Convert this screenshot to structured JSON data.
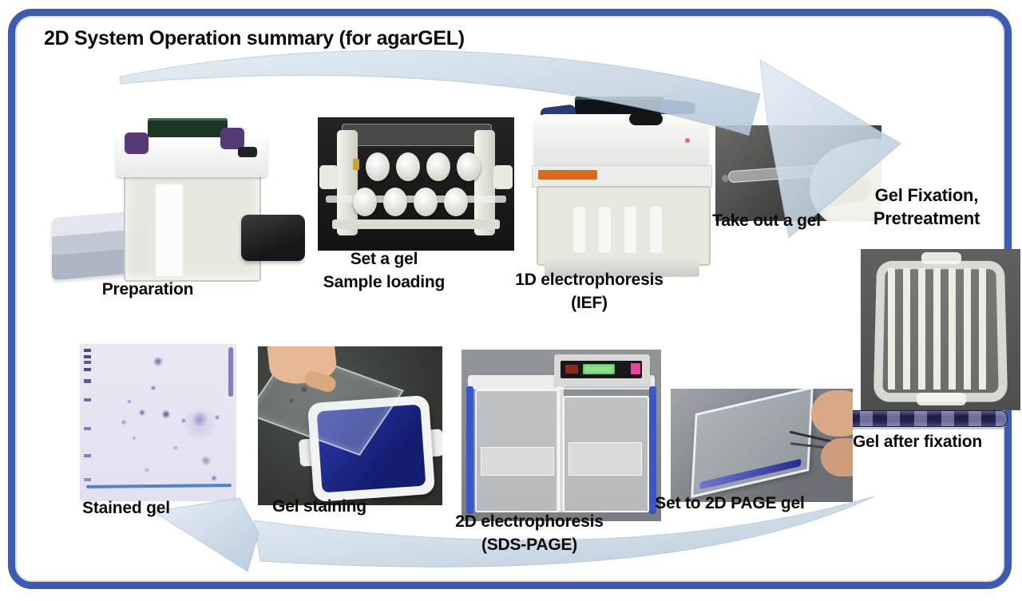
{
  "title": "2D System Operation summary (for agarGEL)",
  "colors": {
    "frame_border": "#3d5cb0",
    "arrow_fill_light": "#e3ecf4",
    "arrow_fill_dark": "#b2c6d8",
    "caption_text": "#0a0a0a"
  },
  "steps": [
    {
      "id": "preparation",
      "label": "Preparation"
    },
    {
      "id": "set-a-gel",
      "lines": [
        "Set a gel",
        "Sample loading"
      ]
    },
    {
      "id": "1d-electrophoresis",
      "lines": [
        "1D electrophoresis",
        "(IEF)"
      ]
    },
    {
      "id": "take-out-a-gel",
      "label": "Take out a gel"
    },
    {
      "id": "gel-fixation",
      "lines": [
        "Gel Fixation,",
        "Pretreatment"
      ]
    },
    {
      "id": "gel-after-fixation",
      "label": "Gel after fixation"
    },
    {
      "id": "set-to-2d-page-gel",
      "label": "Set to 2D PAGE gel"
    },
    {
      "id": "2d-electrophoresis",
      "lines": [
        "2D electrophoresis",
        "(SDS-PAGE)"
      ]
    },
    {
      "id": "gel-staining",
      "label": "Gel staining"
    },
    {
      "id": "stained-gel",
      "label": "Stained gel"
    }
  ]
}
